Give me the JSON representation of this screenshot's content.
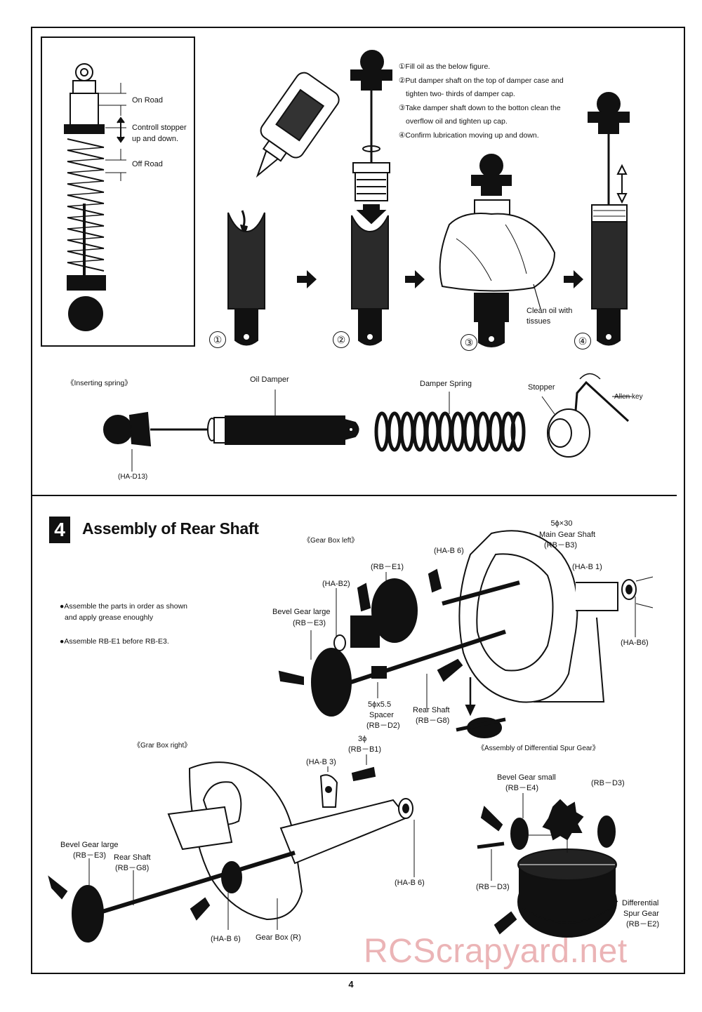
{
  "shock_inset": {
    "on_road": "On Road",
    "stopper_note_line1": "Controll stopper",
    "stopper_note_line2": "up and down.",
    "off_road": "Off Road"
  },
  "oil_steps": {
    "step1": "①Fill oil as the below figure.",
    "step2a": "②Put damper shaft on the top of damper case and",
    "step2b": "tighten two- thirds of damper cap.",
    "step3a": "③Take damper shaft down to the botton clean the",
    "step3b": "overflow oil and  tighten  up cap.",
    "step4": "④Confirm lubrication moving up and down.",
    "numbers": [
      "①",
      "②",
      "③",
      "④"
    ],
    "clean_oil_line1": "Clean oil with",
    "clean_oil_line2": "tissues"
  },
  "inserting_spring": {
    "heading": "《Inserting spring》",
    "oil_damper": "Oil Damper",
    "damper_spring": "Damper Spring",
    "stopper": "Stopper",
    "allen_key": "Allen key",
    "part_ha_d13": "(HA-D13)"
  },
  "section4": {
    "number": "4",
    "title": "Assembly of Rear Shaft",
    "note1_line1": "●Assemble the parts in order as shown",
    "note1_line2": "and apply grease enoughly",
    "note2": "●Assemble RB-E1 before RB-E3.",
    "gear_box_left": "《Gear Box left》",
    "main_gear_shaft_size": "5ϕ×30",
    "main_gear_shaft": "Main Gear Shaft",
    "rb_b3": "(RB－B3)",
    "ha_b6_a": "(HA-B 6)",
    "ha_b1": "(HA-B 1)",
    "rb_e1": "(RB－E1)",
    "ha_b2": "(HA-B2)",
    "bevel_gear_large_a": "Bevel Gear large",
    "rb_e3_a": "(RB－E3)",
    "ha_b6_b": "(HA-B6)",
    "spacer_size": "5ϕx5.5",
    "spacer": "Spacer",
    "rb_d2": "(RB－D2)",
    "rear_shaft_a": "Rear Shaft",
    "rb_g8_a": "(RB－G8)",
    "gear_box_right": "《Grar Box right》",
    "size_3": "3ϕ",
    "rb_b1": "(RB－B1)",
    "ha_b3": "(HA-B 3)",
    "assembly_diff": "《Assembly of Differential Spur Gear》",
    "bevel_gear_small": "Bevel Gear small",
    "rb_e4": "(RB－E4)",
    "rb_d3_a": "(RB－D3)",
    "rb_d3_b": "(RB－D3)",
    "diff_spur_line1": "Differential",
    "diff_spur_line2": "Spur Gear",
    "rb_e2": "(RB－E2)",
    "bevel_gear_large_b": "Bevel Gear large",
    "rb_e3_b": "(RB－E3)",
    "rear_shaft_b": "Rear Shaft",
    "rb_g8_b": "(RB－G8)",
    "ha_b6_c": "(HA-B 6)",
    "ha_b6_d": "(HA-B 6)",
    "gear_box_r": "Gear Box (R)"
  },
  "footer": {
    "page_number": "4",
    "watermark": "RCScrapyard.net"
  }
}
